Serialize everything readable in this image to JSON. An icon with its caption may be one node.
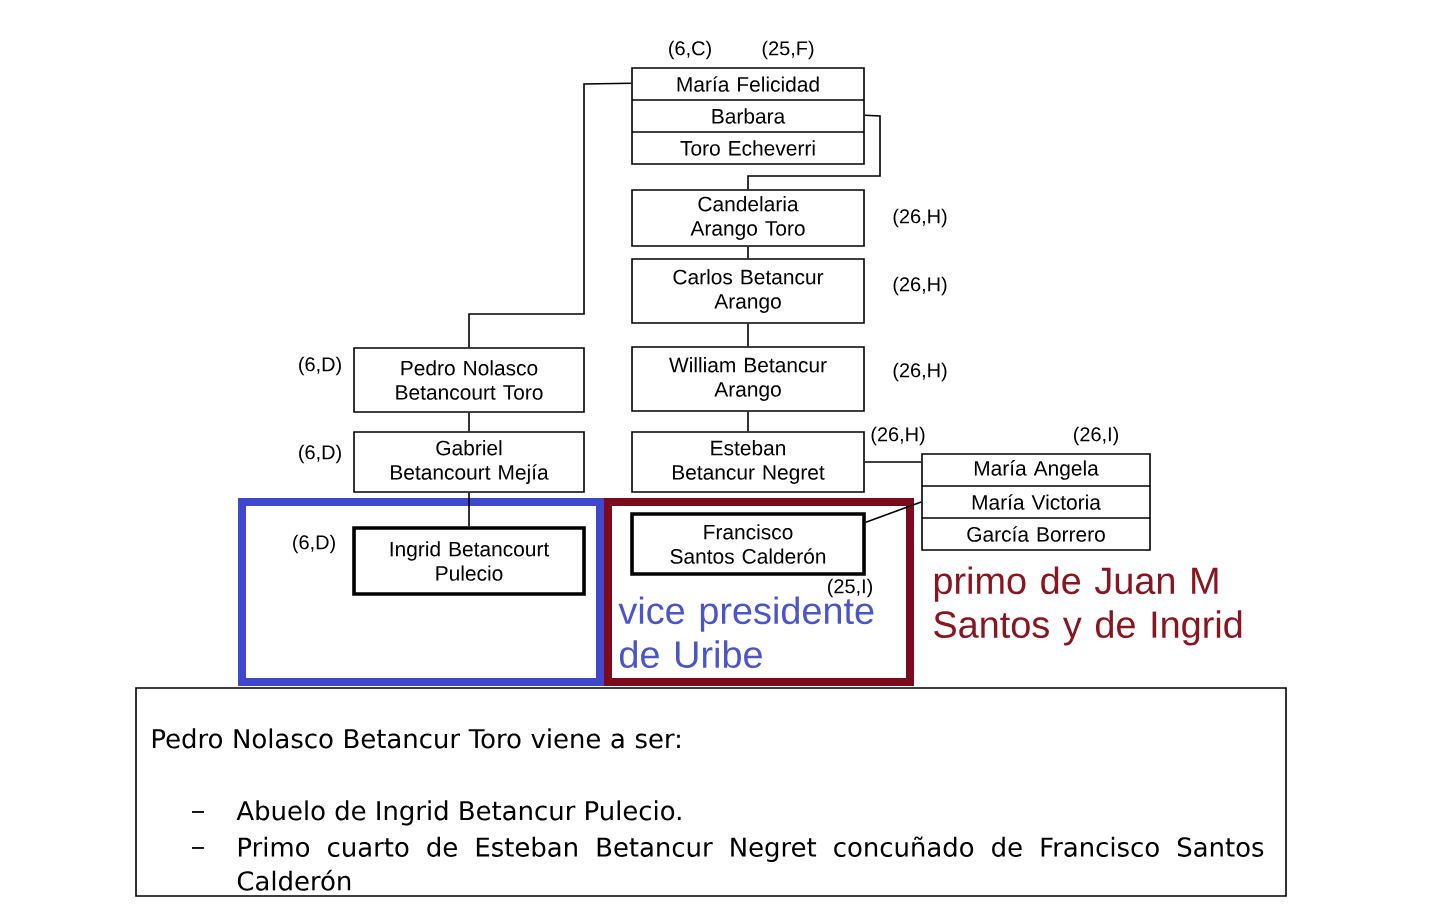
{
  "diagram": {
    "nodes": [
      {
        "text": [
          "María Felicidad",
          "Barbara",
          "Toro Echeverri"
        ],
        "beside": [
          "(6,C)",
          "(25,F)"
        ]
      },
      {
        "text": [
          "Candelaria Arango Toro"
        ],
        "beside": [
          "(26,H)"
        ]
      },
      {
        "text": [
          "Carlos Betancur Arango"
        ],
        "beside": [
          "(26,H)"
        ]
      },
      {
        "text": [
          "Pedro Nolasco Betancourt Toro"
        ],
        "beside": [
          "(6,D)"
        ]
      },
      {
        "text": [
          "William Betancur Arango"
        ],
        "beside": [
          "(26,H)"
        ]
      },
      {
        "text": [
          "Gabriel Betancourt Mejía"
        ],
        "beside": [
          "(6,D)"
        ]
      },
      {
        "text": [
          "Esteban Betancur Negret"
        ],
        "beside": [
          "(26,H)"
        ]
      },
      {
        "text": [
          "María Angela",
          "María Victoria",
          "García Borrero"
        ],
        "beside": [
          "(26,I)"
        ]
      },
      {
        "text": [],
        "shape": "box"
      },
      {
        "text": [
          "Ingrid Betancourt Pulecio"
        ],
        "in": 8,
        "beside": [
          "(6,D)"
        ]
      },
      {
        "text": [],
        "shape": "box"
      },
      {
        "text": [
          "Francisco Santos Calderón"
        ],
        "in": 10,
        "beside": [
          "(25,I)"
        ]
      },
      {
        "text": [
          "Pedro Nolasco Betancur Toro viene a ser:",
          "Abuelo de Ingrid Betancur Pulecio.",
          "Primo cuarto de Esteban Betancur Negret concuñado de Francisco Santos Calderón"
        ]
      }
    ],
    "edges": [
      {
        "from": 0,
        "to": 1,
        "arrow": "none"
      },
      {
        "from": 1,
        "to": 2,
        "arrow": "none"
      },
      {
        "from": 2,
        "to": 4,
        "arrow": "none"
      },
      {
        "from": 4,
        "to": 6,
        "arrow": "none"
      },
      {
        "from": 0,
        "to": 3,
        "arrow": "none"
      },
      {
        "from": 3,
        "to": 5,
        "arrow": "none"
      },
      {
        "from": 5,
        "to": 9,
        "arrow": "none"
      },
      {
        "from": 6,
        "to": 7,
        "arrow": "none"
      },
      {
        "from": 11,
        "to": 7,
        "arrow": "none"
      }
    ],
    "labels": [
      "vice presidente de Uribe",
      "primo de Juan M Santos y de Ingrid"
    ]
  }
}
